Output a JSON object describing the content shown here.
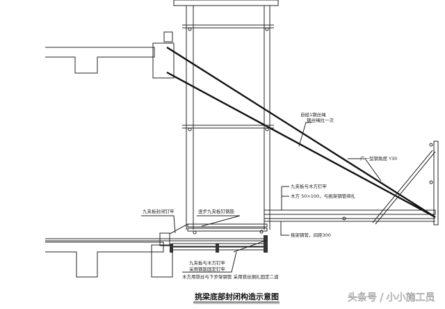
{
  "title": "挑梁底部封闭构造示意图",
  "watermark": "头条号 / 小小施工员",
  "annotations": {
    "wire_rope": [
      "自经1钢丝绳",
      "钢丝绳拉一次"
    ],
    "angle_steel": "广一型钢角度 Y30",
    "plywood_nailed": "九夹板与木方钉牢",
    "timber": "木方 50×100，与挑架钢管绑扎",
    "pipe": "挑架钢管，间距300",
    "plywood_closed": "九夹板封闭钉牢",
    "vertical_plywood": "竖步九夹板钉钢筋",
    "bottom_note": [
      "九夹板与木方钉牢",
      "采用钢筋固定钉牢"
    ],
    "bottom_note2": "木方用铁丝与下步架钢管  采用铁丝捆扎固定二道"
  },
  "colors": {
    "line": "#222222",
    "background": "#ffffff"
  }
}
